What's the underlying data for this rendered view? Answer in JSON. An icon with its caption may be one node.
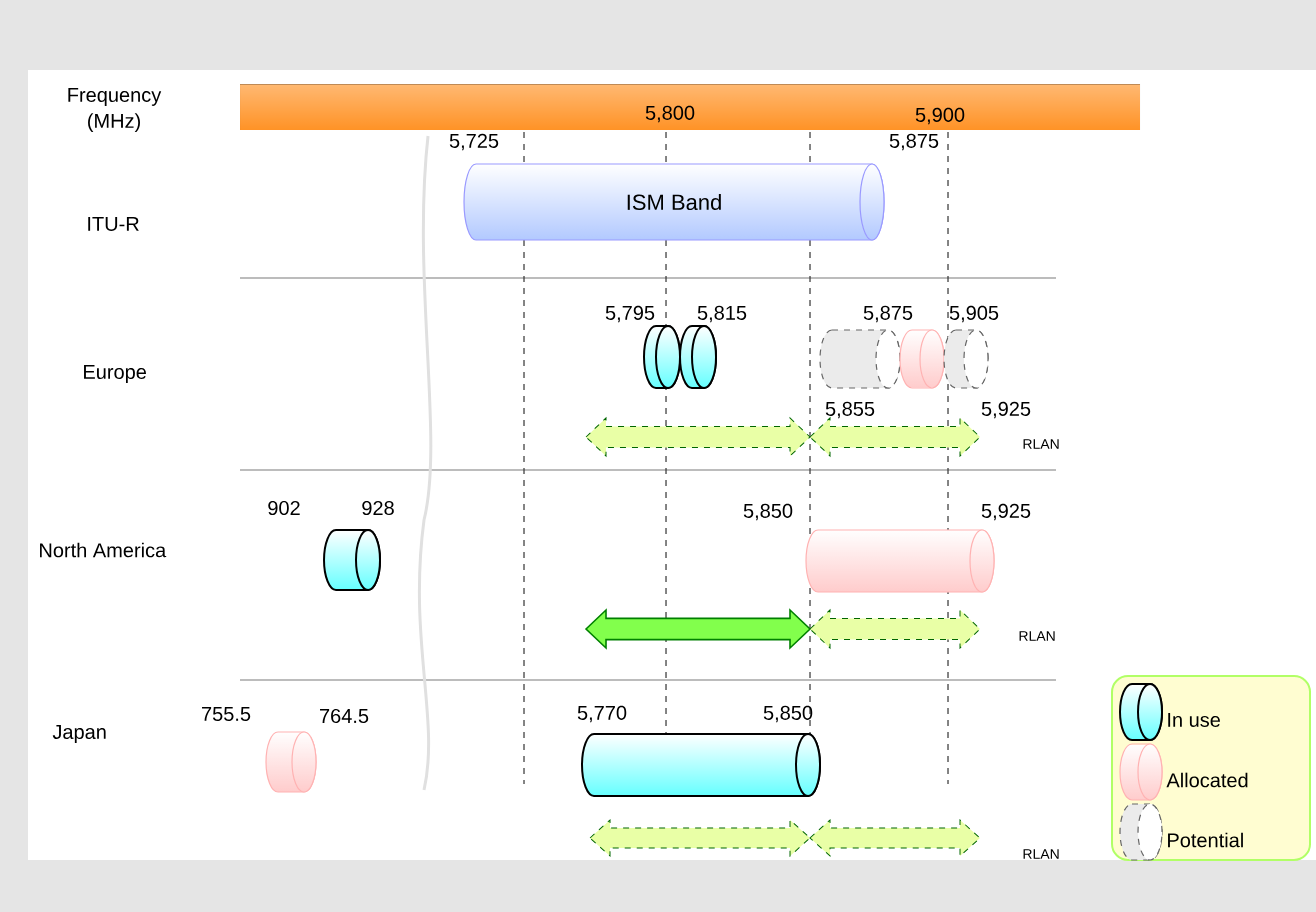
{
  "diagram": {
    "nodes": [
      {
        "text": [
          "ISM Band"
        ]
      },
      {
        "text": [],
        "shape": "cylinder"
      },
      {
        "text": [],
        "shape": "cylinder"
      },
      {
        "text": [],
        "shape": "cylinder"
      },
      {
        "text": [],
        "shape": "cylinder"
      },
      {
        "text": [],
        "shape": "cylinder"
      },
      {
        "text": [],
        "shape": "arrow"
      },
      {
        "text": [],
        "shape": "arrow"
      },
      {
        "text": [],
        "shape": "cylinder"
      },
      {
        "text": [],
        "shape": "cylinder"
      },
      {
        "text": [],
        "shape": "arrow"
      },
      {
        "text": [],
        "shape": "arrow"
      },
      {
        "text": [],
        "shape": "cylinder"
      },
      {
        "text": [],
        "shape": "cylinder"
      },
      {
        "text": [],
        "shape": "arrow"
      },
      {
        "text": [],
        "shape": "arrow"
      }
    ],
    "labels": [
      "Frequency (MHz)",
      "5,800",
      "5,900",
      "5,725",
      "5,875",
      "ITU-R",
      "5,795",
      "5,815",
      "5,875",
      "5,905",
      "Europe",
      "5,855",
      "5,925",
      "RLAN",
      "902",
      "928",
      "5,850",
      "5,925",
      "North America",
      "RLAN",
      "755.5",
      "764.5",
      "5,770",
      "5,850",
      "Japan",
      "RLAN"
    ],
    "legend": [
      {
        "text": "In use"
      },
      {
        "text": "Allocated"
      },
      {
        "text": "Potential"
      }
    ]
  }
}
